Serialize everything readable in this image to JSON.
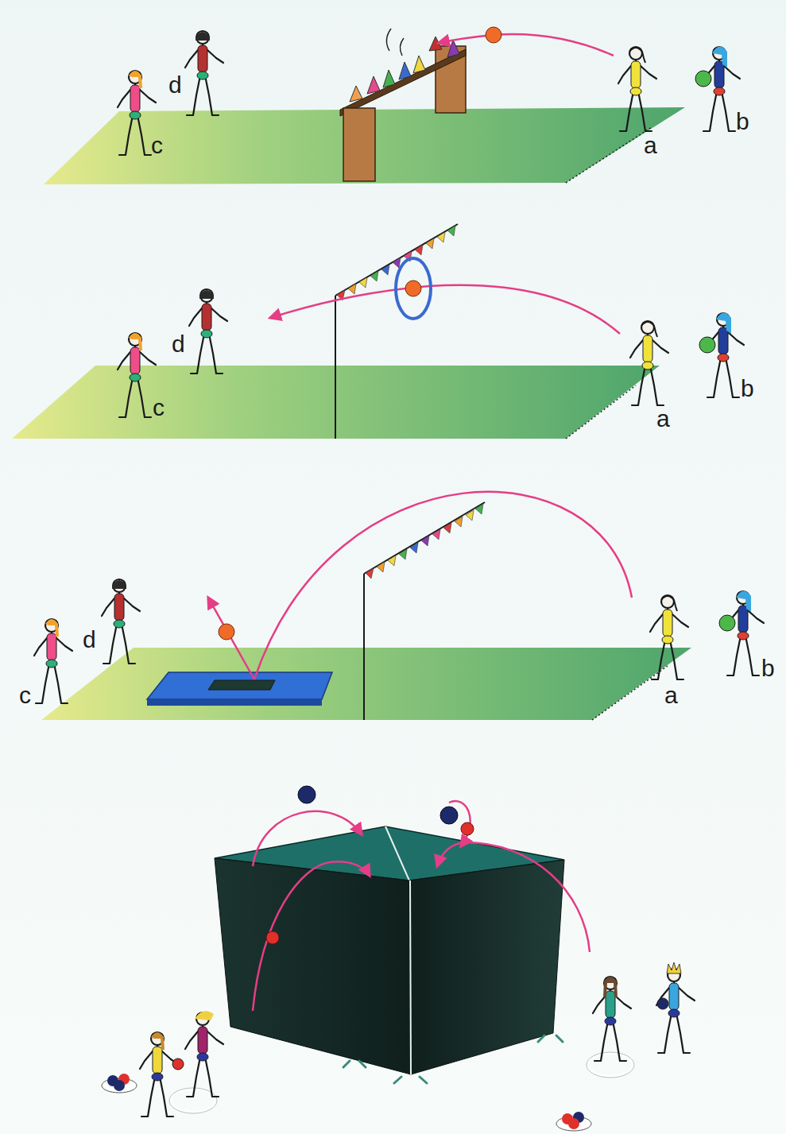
{
  "diagram": {
    "labels": [
      "d",
      "c",
      "a",
      "b",
      "d",
      "c",
      "a",
      "b",
      "d",
      "c",
      "a",
      "b"
    ]
  }
}
